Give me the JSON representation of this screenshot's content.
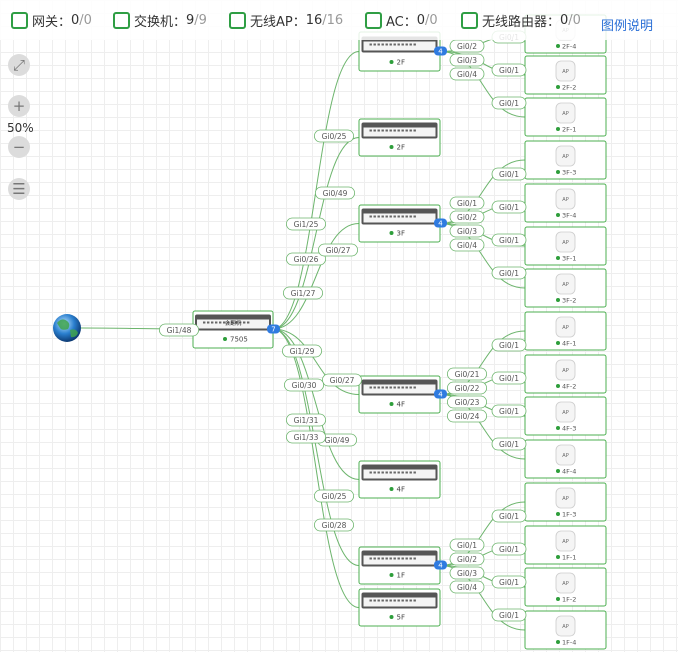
{
  "legend": {
    "gateway": {
      "label": "网关：",
      "count": "0",
      "total": "/0"
    },
    "switch": {
      "label": "交换机：",
      "count": "9",
      "total": "/9"
    },
    "ap": {
      "label": "无线AP：",
      "count": "16",
      "total": "/16"
    },
    "ac": {
      "label": "AC：",
      "count": "0",
      "total": "/0"
    },
    "router": {
      "label": "无线路由器：",
      "count": "0",
      "total": "/0"
    },
    "help": "图例说明"
  },
  "controls": {
    "zoom": "50%"
  },
  "root": {
    "port": "Gi1/48"
  },
  "core": {
    "model": "会翻机",
    "name": "7505",
    "badge": "7"
  },
  "switches": [
    {
      "name": "2F",
      "badge": "4",
      "uplink_label": "Gi0/25",
      "core_label": "Gi1/25"
    },
    {
      "name": "2F",
      "badge": "",
      "uplink_label": "Gi0/49",
      "core_label": "Gi0/26"
    },
    {
      "name": "3F",
      "badge": "4",
      "uplink_label": "Gi0/27",
      "core_label": "Gi1/27"
    },
    {
      "name": "4F",
      "badge": "4",
      "uplink_label": "Gi0/27",
      "core_label": "Gi1/29"
    },
    {
      "name": "4F",
      "badge": "",
      "uplink_label": "Gi0/49",
      "core_label": "Gi0/30"
    },
    {
      "name": "1F",
      "badge": "4",
      "uplink_label": "Gi0/25",
      "core_label": "Gi1/31"
    },
    {
      "name": "5F",
      "badge": "",
      "uplink_label": "Gi0/28",
      "core_label": "Gi1/33"
    }
  ],
  "ap_groups": [
    {
      "ports": [
        "Gi0/2",
        "Gi0/3",
        "Gi0/4"
      ],
      "aps": [
        {
          "name": "2F-4",
          "port": "Gi0/1"
        },
        {
          "name": "2F-2",
          "port": "Gi0/1"
        },
        {
          "name": "2F-1",
          "port": "Gi0/1"
        }
      ]
    },
    {
      "ports": [
        "Gi0/1",
        "Gi0/2",
        "Gi0/3",
        "Gi0/4"
      ],
      "aps": [
        {
          "name": "3F-3",
          "port": "Gi0/1"
        },
        {
          "name": "3F-4",
          "port": "Gi0/1"
        },
        {
          "name": "3F-1",
          "port": "Gi0/1"
        },
        {
          "name": "3F-2",
          "port": "Gi0/1"
        }
      ]
    },
    {
      "ports": [
        "Gi0/21",
        "Gi0/22",
        "Gi0/23",
        "Gi0/24"
      ],
      "aps": [
        {
          "name": "4F-1",
          "port": "Gi0/1"
        },
        {
          "name": "4F-2",
          "port": "Gi0/1"
        },
        {
          "name": "4F-3",
          "port": "Gi0/1"
        },
        {
          "name": "4F-4",
          "port": "Gi0/1"
        }
      ]
    },
    {
      "ports": [
        "Gi0/1",
        "Gi0/2",
        "Gi0/3",
        "Gi0/4"
      ],
      "aps": [
        {
          "name": "1F-3",
          "port": "Gi0/1"
        },
        {
          "name": "1F-1",
          "port": "Gi0/1"
        },
        {
          "name": "1F-2",
          "port": "Gi0/1"
        },
        {
          "name": "1F-4",
          "port": "Gi0/1"
        }
      ]
    }
  ],
  "ap_icon_text": "AP",
  "colors": {
    "link": "#6db56d",
    "node_border": "#4caf50",
    "badge": "#2f7be0",
    "status": "#2e9e3b"
  }
}
